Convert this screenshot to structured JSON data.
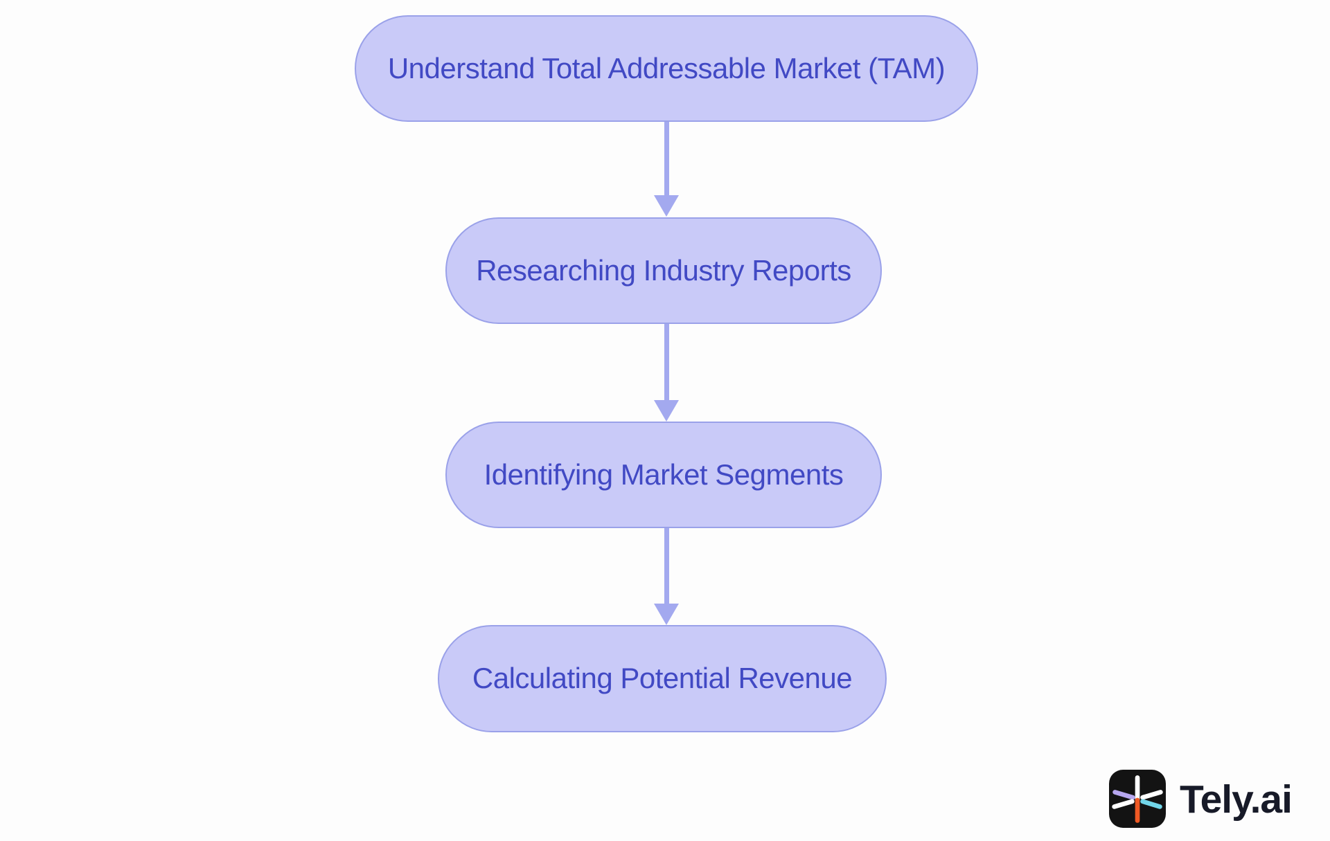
{
  "flowchart": {
    "type": "flowchart-top-down",
    "nodes": [
      {
        "id": "tam",
        "label": "Understand Total Addressable Market (TAM)"
      },
      {
        "id": "research",
        "label": "Researching Industry Reports"
      },
      {
        "id": "segments",
        "label": "Identifying Market Segments"
      },
      {
        "id": "revenue",
        "label": "Calculating Potential Revenue"
      }
    ],
    "edges": [
      {
        "from": "tam",
        "to": "research"
      },
      {
        "from": "research",
        "to": "segments"
      },
      {
        "from": "segments",
        "to": "revenue"
      }
    ]
  },
  "branding": {
    "logo_text": "Tely.ai",
    "logo_icon": "tely-asterisk-icon"
  },
  "theme": {
    "background": "#fdfdfd",
    "node_fill": "#c9caf8",
    "node_border": "#9aa1e9",
    "node_text": "#4149c4",
    "arrow": "#a3a9ef",
    "logo_bg": "#131313",
    "logo_white": "#ffffff",
    "logo_orange": "#f05a24",
    "logo_lavender": "#b7a7ef",
    "logo_cyan": "#72d6e9",
    "wordmark": "#171a28"
  }
}
